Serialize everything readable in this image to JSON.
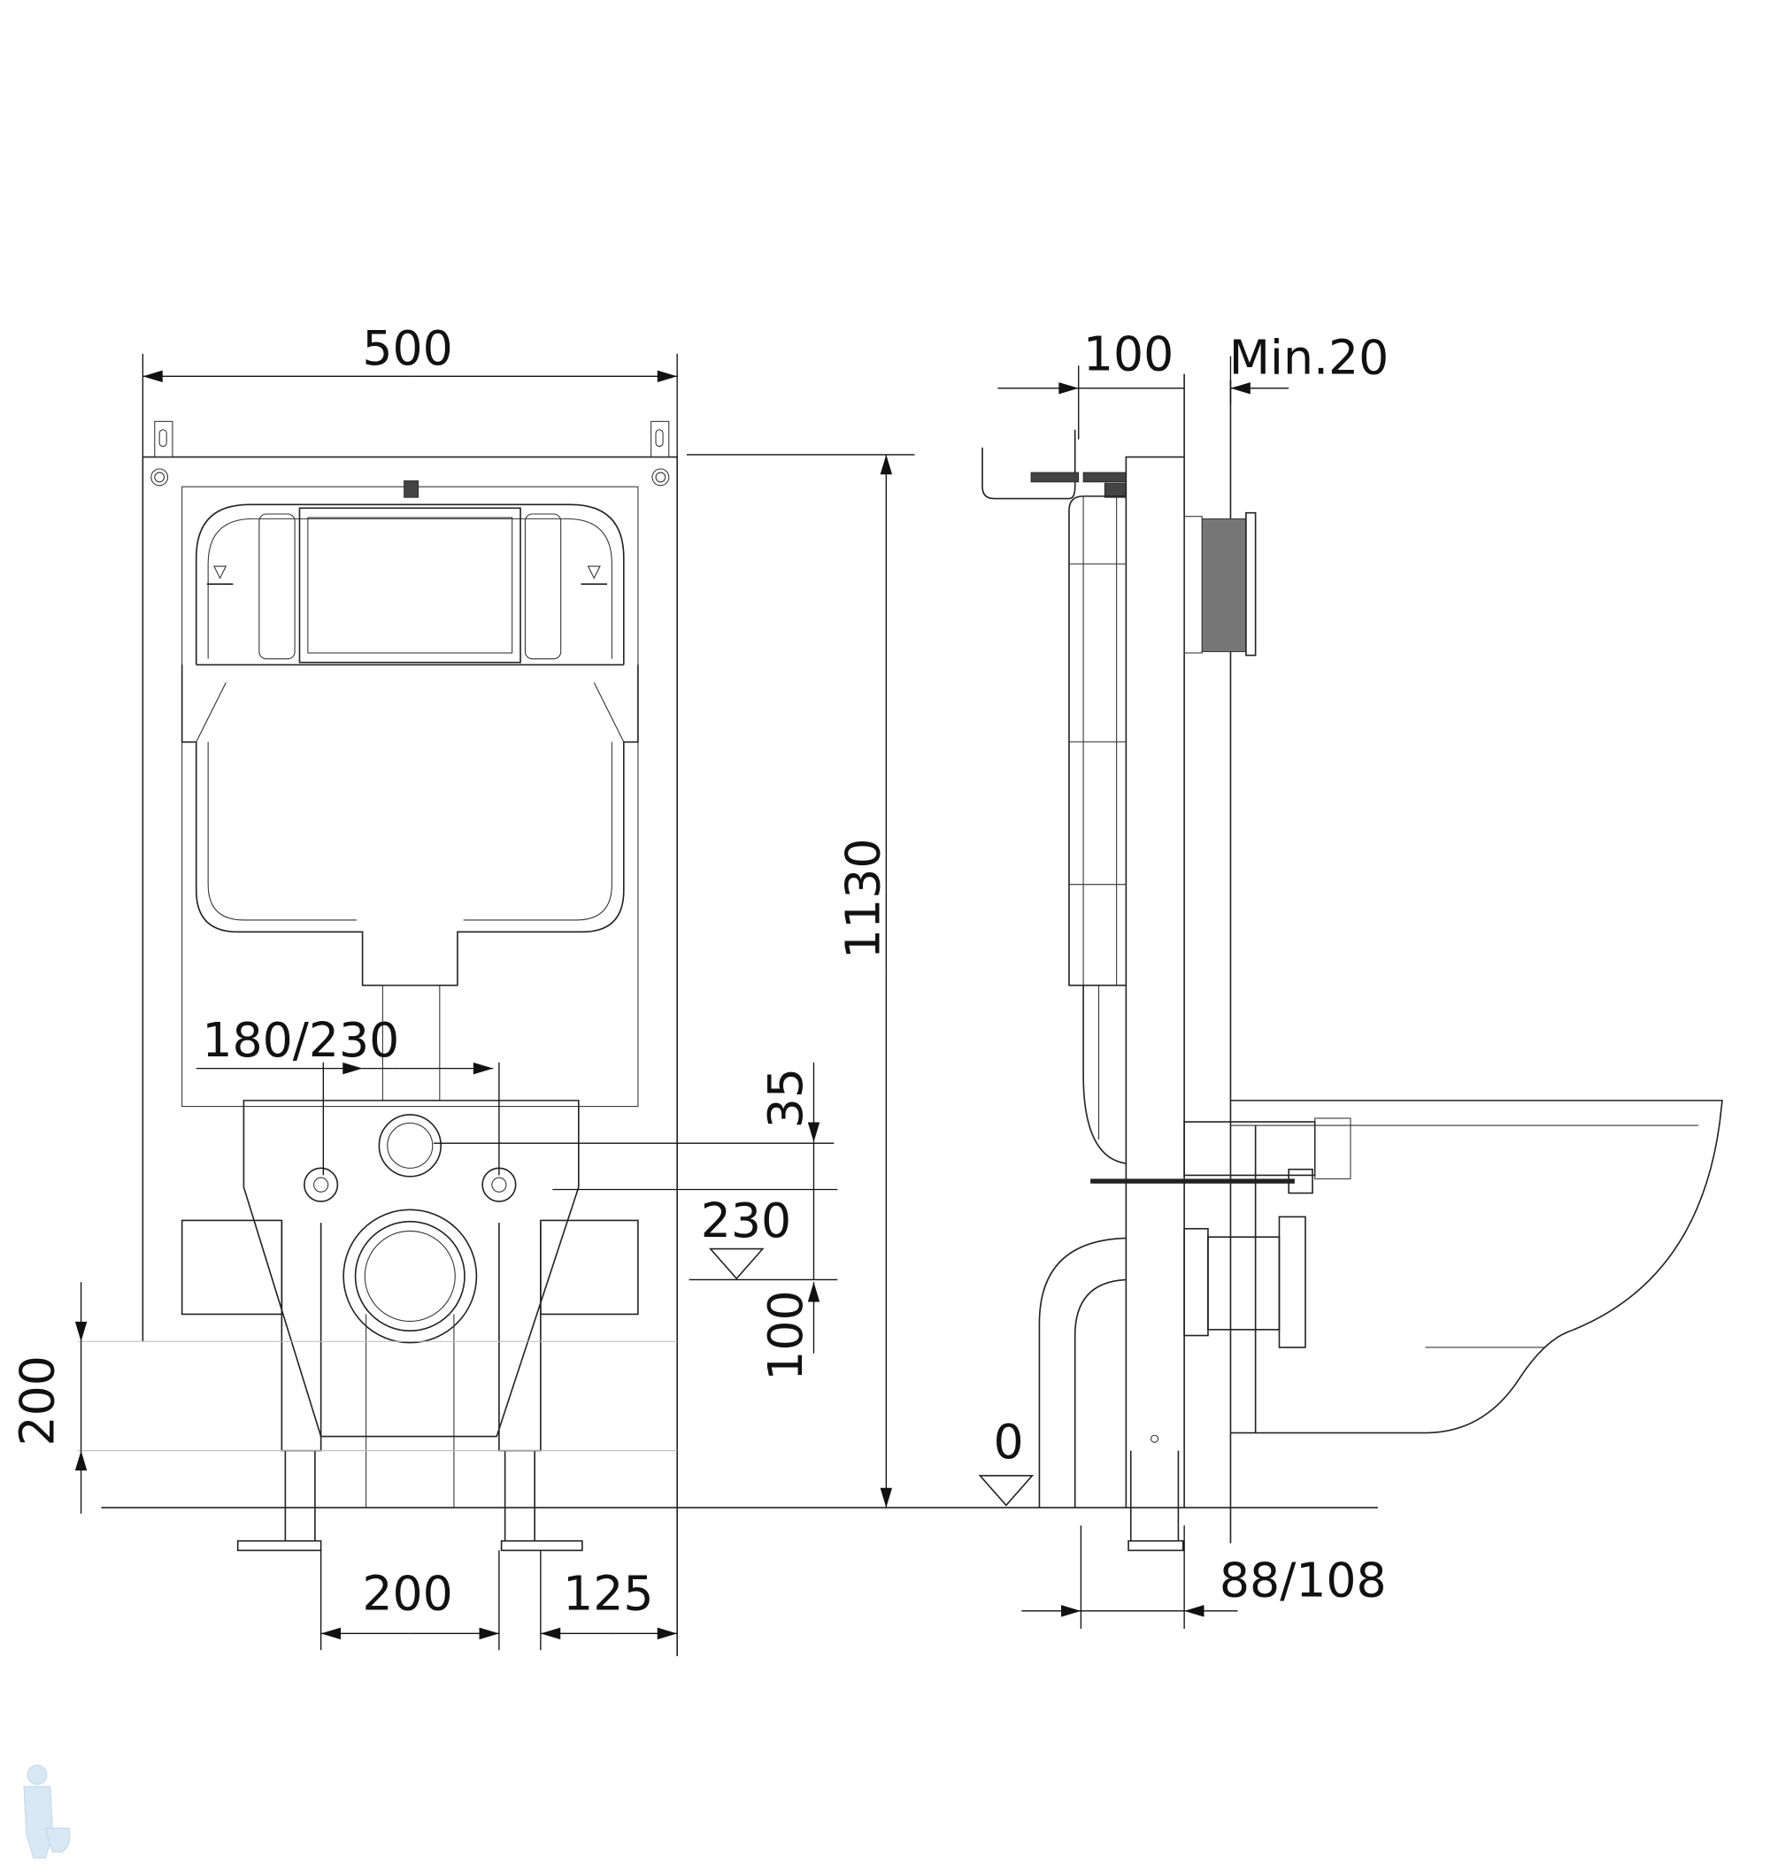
{
  "title": "Wall-hung toilet installation frame dimensions",
  "front_view": {
    "width_label": "500",
    "height_label": "1130",
    "fixing_spacing_label": "180/230",
    "inlet_offset_label": "35",
    "outlet_height_label": "230",
    "outlet_offset_label": "100",
    "leg_adjust_label": "200",
    "leg_spacing_label": "200",
    "edge_offset_label": "125"
  },
  "side_view": {
    "depth_label": "100",
    "min_label": "Min.20",
    "floor_level_label": "0",
    "leg_depth_label": "88/108"
  },
  "colors": {
    "line": "#222222",
    "logo": "#cfe3f2"
  }
}
